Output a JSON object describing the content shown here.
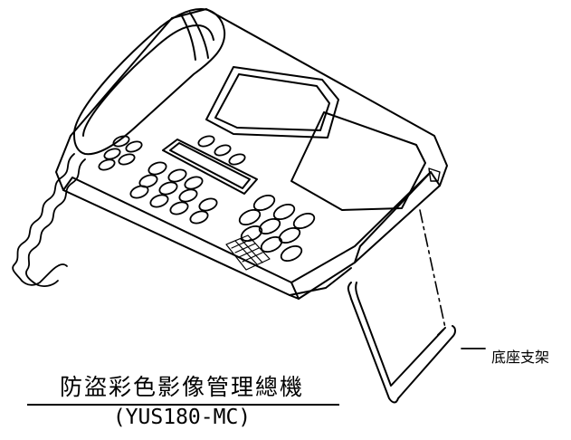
{
  "figure": {
    "callout_label": "底座支架",
    "title": "防盜彩色影像管理總機",
    "model": "(YUS180-MC)"
  },
  "colors": {
    "line": "#000000",
    "background": "#ffffff"
  }
}
